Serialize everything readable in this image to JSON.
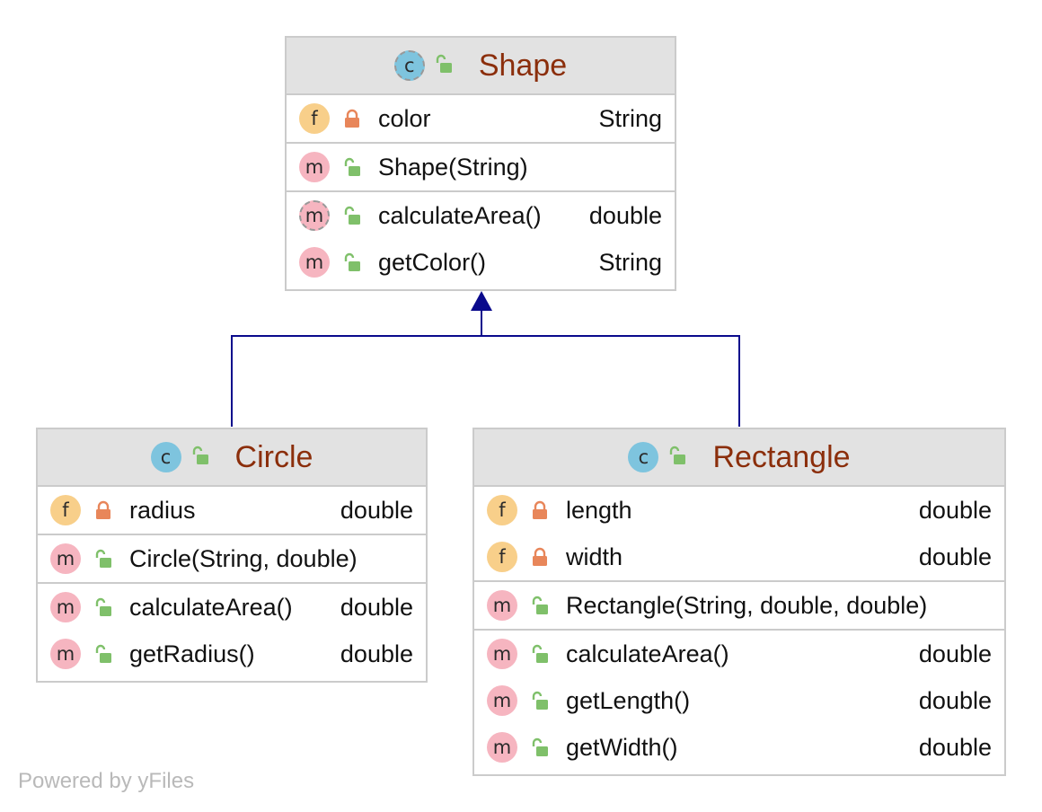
{
  "classes": [
    {
      "id": "shape",
      "name": "Shape",
      "kind": "abstract",
      "sections": [
        [
          {
            "icon": "field",
            "vis": "private",
            "name": "color",
            "type": "String"
          }
        ],
        [
          {
            "icon": "method",
            "vis": "public",
            "name": "Shape(String)",
            "type": ""
          }
        ],
        [
          {
            "icon": "method-abstract",
            "vis": "public",
            "name": "calculateArea()",
            "type": "double"
          },
          {
            "icon": "method",
            "vis": "public",
            "name": "getColor()",
            "type": "String"
          }
        ]
      ]
    },
    {
      "id": "circle",
      "name": "Circle",
      "kind": "class",
      "sections": [
        [
          {
            "icon": "field",
            "vis": "private",
            "name": "radius",
            "type": "double"
          }
        ],
        [
          {
            "icon": "method",
            "vis": "public",
            "name": "Circle(String, double)",
            "type": ""
          }
        ],
        [
          {
            "icon": "method",
            "vis": "public",
            "name": "calculateArea()",
            "type": "double"
          },
          {
            "icon": "method",
            "vis": "public",
            "name": "getRadius()",
            "type": "double"
          }
        ]
      ]
    },
    {
      "id": "rectangle",
      "name": "Rectangle",
      "kind": "class",
      "sections": [
        [
          {
            "icon": "field",
            "vis": "private",
            "name": "length",
            "type": "double"
          },
          {
            "icon": "field",
            "vis": "private",
            "name": "width",
            "type": "double"
          }
        ],
        [
          {
            "icon": "method",
            "vis": "public",
            "name": "Rectangle(String, double, double)",
            "type": ""
          }
        ],
        [
          {
            "icon": "method",
            "vis": "public",
            "name": "calculateArea()",
            "type": "double"
          },
          {
            "icon": "method",
            "vis": "public",
            "name": "getLength()",
            "type": "double"
          },
          {
            "icon": "method",
            "vis": "public",
            "name": "getWidth()",
            "type": "double"
          }
        ]
      ]
    }
  ],
  "relations": [
    {
      "type": "inheritance",
      "from": "circle",
      "to": "shape"
    },
    {
      "type": "inheritance",
      "from": "rectangle",
      "to": "shape"
    }
  ],
  "footer": "Powered by yFiles",
  "colors": {
    "class_name": "#8b2e0b",
    "header_bg": "#e2e2e2",
    "border": "#cbcbcb",
    "edge": "#0a0a8c",
    "field_badge": "#f8cf8a",
    "method_badge": "#f6b5c0",
    "class_badge": "#7ec4de",
    "private_lock": "#e8865a",
    "public_lock": "#7fc06a"
  }
}
